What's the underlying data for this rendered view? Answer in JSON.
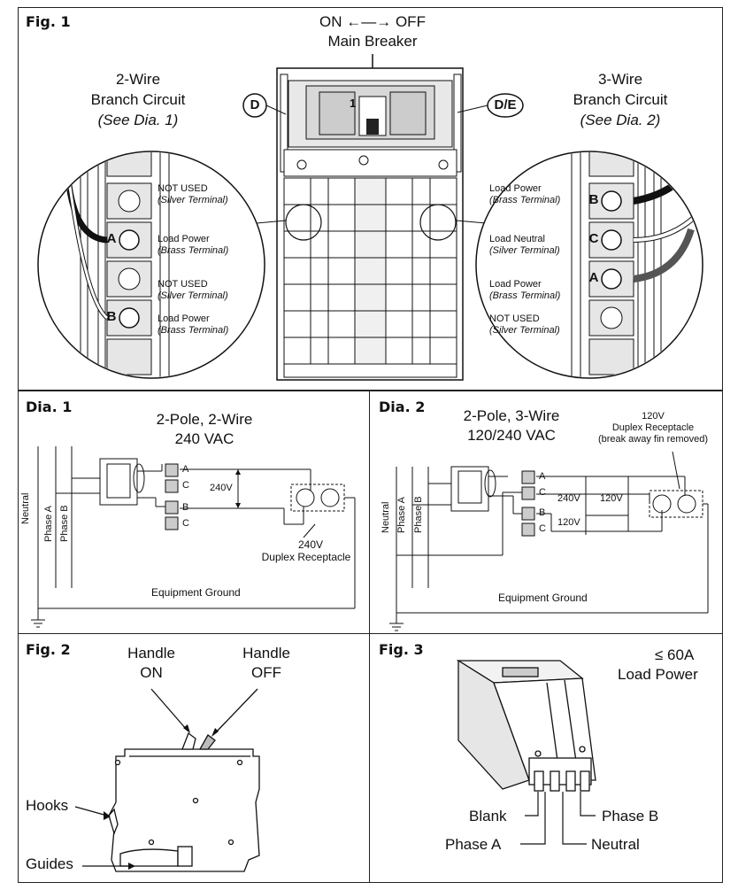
{
  "fig1": {
    "label": "Fig. 1",
    "on_off": "ON ←—→ OFF",
    "main_breaker": "Main Breaker",
    "callout_d": "D",
    "callout_de": "D/E",
    "left_title_1": "2-Wire",
    "left_title_2": "Branch Circuit",
    "left_title_3": "(See Dia. 1)",
    "right_title_1": "3-Wire",
    "right_title_2": "Branch Circuit",
    "right_title_3": "(See Dia. 2)",
    "left_labels": [
      {
        "name": "NOT USED",
        "terminal": "(Silver Terminal)"
      },
      {
        "name": "Load Power",
        "terminal": "(Brass Terminal)"
      },
      {
        "name": "NOT USED",
        "terminal": "(Silver Terminal)"
      },
      {
        "name": "Load Power",
        "terminal": "(Brass Terminal)"
      }
    ],
    "right_labels": [
      {
        "name": "Load Power",
        "terminal": "(Brass Terminal)"
      },
      {
        "name": "Load Neutral",
        "terminal": "(Silver Terminal)"
      },
      {
        "name": "Load Power",
        "terminal": "(Brass Terminal)"
      },
      {
        "name": "NOT USED",
        "terminal": "(Silver Terminal)"
      }
    ],
    "terminal_a": "A",
    "terminal_b": "B",
    "terminal_c": "C",
    "breaker_mark": "1"
  },
  "dia1": {
    "label": "Dia. 1",
    "title_1": "2-Pole, 2-Wire",
    "title_2": "240 VAC",
    "bus_neutral": "Neutral",
    "bus_phase_a": "Phase A",
    "bus_phase_b": "Phase B",
    "term_a": "A",
    "term_c1": "C",
    "term_b": "B",
    "term_c2": "C",
    "voltage": "240V",
    "receptacle_1": "240V",
    "receptacle_2": "Duplex Receptacle",
    "ground": "Equipment Ground"
  },
  "dia2": {
    "label": "Dia. 2",
    "title_1": "2-Pole, 3-Wire",
    "title_2": "120/240 VAC",
    "receptacle_1": "120V",
    "receptacle_2": "Duplex Receptacle",
    "receptacle_3": "(break away fin removed)",
    "bus_neutral": "Neutral",
    "bus_phase_a": "Phase A",
    "bus_phase_b": "Phase B",
    "term_a": "A",
    "term_c1": "C",
    "term_b": "B",
    "term_c2": "C",
    "v240": "240V",
    "v120a": "120V",
    "v120b": "120V",
    "ground": "Equipment Ground"
  },
  "fig2": {
    "label": "Fig. 2",
    "handle_on_1": "Handle",
    "handle_on_2": "ON",
    "handle_off_1": "Handle",
    "handle_off_2": "OFF",
    "hooks": "Hooks",
    "guides": "Guides"
  },
  "fig3": {
    "label": "Fig. 3",
    "rating": "≤ 60A",
    "load_power": "Load Power",
    "blank": "Blank",
    "phase_a": "Phase A",
    "phase_b": "Phase B",
    "neutral": "Neutral"
  }
}
